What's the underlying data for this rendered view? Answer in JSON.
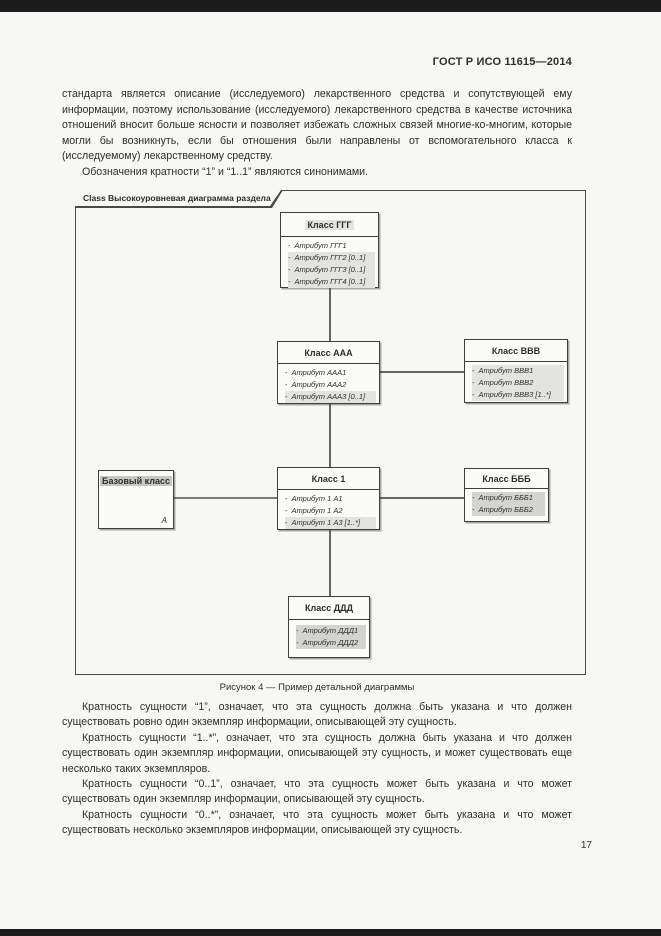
{
  "page": {
    "header": "ГОСТ Р ИСО 11615—2014",
    "page_number": "17"
  },
  "paragraphs": {
    "p1": "стандарта является описание (исследуемого) лекарственного средства и сопутствующей ему информации, поэтому использование (исследуемого) лекарственного средства в качестве источника отношений вносит больше ясности и позволяет избежать сложных связей многие-ко-многим, которые могли бы возникнуть, если бы отношения были направлены от вспомогательного класса к (исследуемому) лекарственному средству.",
    "p2": "Обозначения кратности “1” и “1..1” являются синонимами.",
    "p3": "Кратность сущности “1”, означает, что эта сущность должна быть указана и что должен существовать ровно один экземпляр информации, описывающей эту сущность.",
    "p4": "Кратность сущности “1..*”, означает, что эта сущность должна быть указана и что должен существовать один экземпляр информации, описывающей эту сущность, и может существовать еще несколько таких экземпляров.",
    "p5": "Кратность сущности “0..1”, означает, что эта сущность может быть указана и что может существовать один экземпляр информации, описывающей эту сущность.",
    "p6": "Кратность сущности “0..*”, означает, что эта сущность может быть указана и что может существовать несколько экземпляров информации, описывающей эту сущность."
  },
  "figure": {
    "caption": "Рисунок 4 — Пример детальной диаграммы",
    "frame_label": "Class Высокоуровневая диаграмма раздела",
    "classes": {
      "ggg": {
        "title": "Класс ГГГ",
        "attrs": [
          "Атрибут ГГГ1",
          "Атрибут ГГГ2 [0..1]",
          "Атрибут ГГГ3 [0..1]",
          "Атрибут ГГГ4 [0..1]"
        ]
      },
      "aaa": {
        "title": "Класс ААА",
        "attrs": [
          "Атрибут ААА1",
          "Атрибут ААА2",
          "Атрибут ААА3 [0..1]"
        ]
      },
      "vvv": {
        "title": "Класс ВВВ",
        "attrs": [
          "Атрибут ВВВ1",
          "Атрибут ВВВ2",
          "Атрибут ВВВ3 [1..*]"
        ]
      },
      "base": {
        "title": "Базовый класс",
        "note": "А"
      },
      "k1": {
        "title": "Класс 1",
        "attrs": [
          "Атрибут 1 А1",
          "Атрибут 1 А2",
          "Атрибут 1 А3 [1..*]"
        ]
      },
      "bbb": {
        "title": "Класс БББ",
        "attrs": [
          "Атрибут БББ1",
          "Атрибут БББ2"
        ]
      },
      "ddd": {
        "title": "Класс ДДД",
        "attrs": [
          "Атрибут ДДД1",
          "Атрибут ДДД2"
        ]
      }
    }
  },
  "colors": {
    "page_background": "#f7f7f4",
    "scan_border": "#1c1c1c",
    "text": "#2e2e2e",
    "diagram_line": "#666666"
  }
}
